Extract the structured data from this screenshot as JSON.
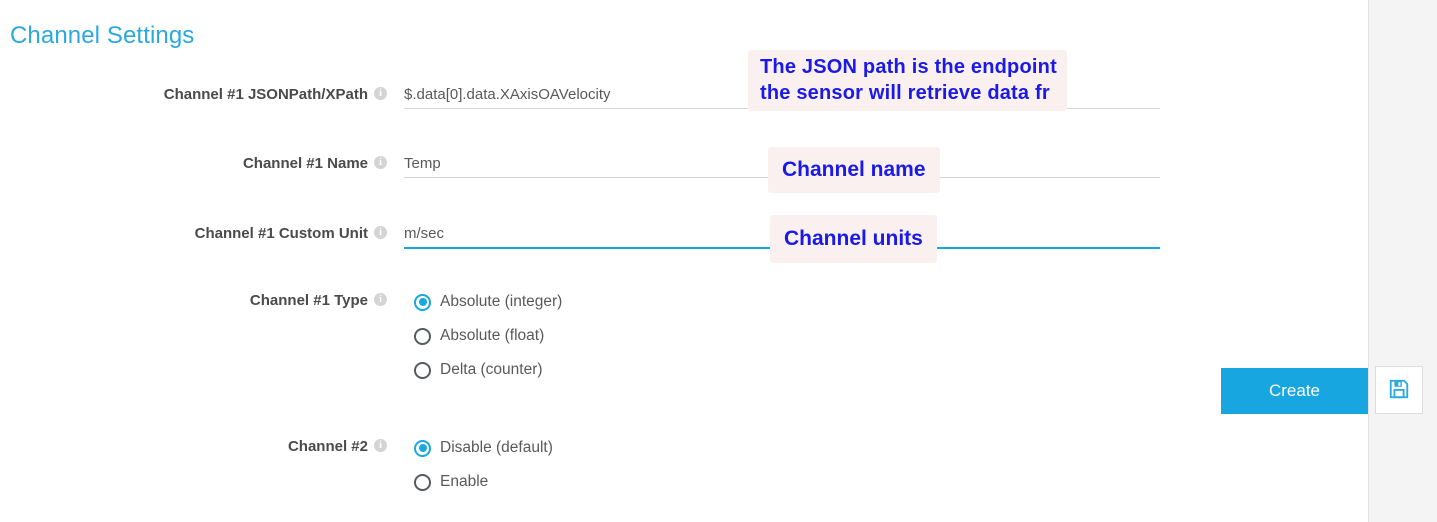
{
  "section": {
    "title": "Channel Settings"
  },
  "fields": [
    {
      "label": "Channel #1 JSONPath/XPath",
      "info_icon": "info-icon",
      "value": "$.data[0].data.XAxisOAVelocity",
      "placeholder": "",
      "focused": false
    },
    {
      "label": "Channel #1 Name",
      "info_icon": "info-icon",
      "value": "Temp",
      "placeholder": "",
      "focused": false
    },
    {
      "label": "Channel #1 Custom Unit",
      "info_icon": "info-icon",
      "value": "m/sec",
      "placeholder": "",
      "focused": true
    }
  ],
  "radio_groups": [
    {
      "label": "Channel #1 Type",
      "info_icon": "info-icon",
      "options": [
        {
          "label": "Absolute (integer)",
          "selected": true
        },
        {
          "label": "Absolute (float)",
          "selected": false
        },
        {
          "label": "Delta (counter)",
          "selected": false
        }
      ]
    },
    {
      "label": "Channel #2",
      "info_icon": "info-icon",
      "options": [
        {
          "label": "Disable (default)",
          "selected": true
        },
        {
          "label": "Enable",
          "selected": false
        }
      ]
    }
  ],
  "annotations": {
    "jsonpath": {
      "line1": "The JSON path is the endpoint",
      "line2": "the sensor will retrieve data fr"
    },
    "name": {
      "text": "Channel name"
    },
    "units": {
      "text": "Channel units"
    }
  },
  "actions": {
    "create_label": "Create",
    "save_icon": "save-floppy-disk-icon"
  },
  "colors": {
    "accent": "#17a6e0",
    "heading": "#29a9e0",
    "annotation_text": "#1a1ae8",
    "annotation_bg": "#fbf0f0",
    "label_text": "#4a4a4a",
    "value_text": "#58595b"
  }
}
